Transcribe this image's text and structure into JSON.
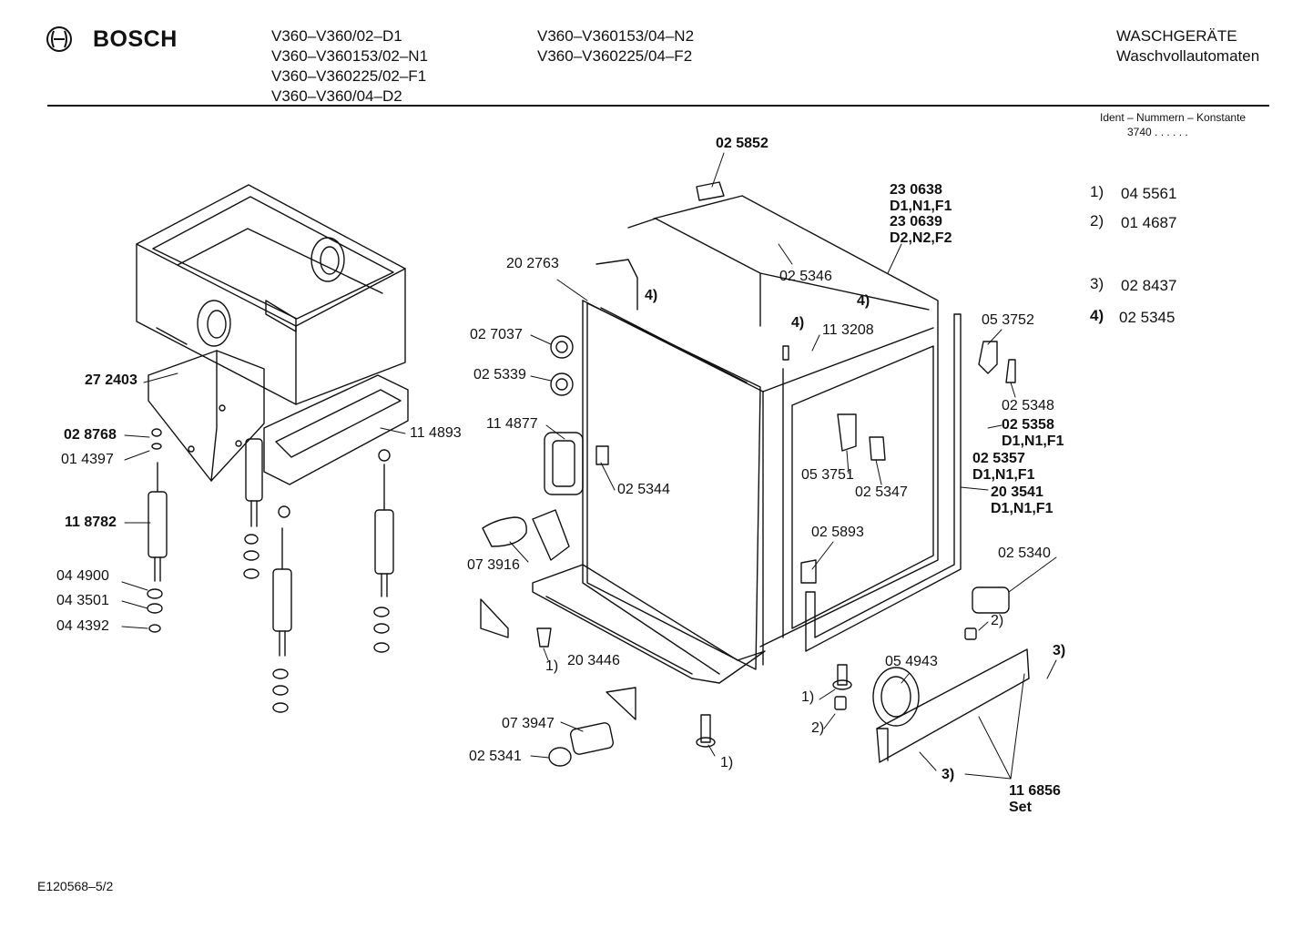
{
  "header": {
    "brand": "BOSCH",
    "models_col1": [
      "V360–V360/02–D1",
      "V360–V360153/02–N1",
      "V360–V360225/02–F1",
      "V360–V360/04–D2"
    ],
    "models_col2": [
      "V360–V360153/04–N2",
      "V360–V360225/04–F2"
    ],
    "category": "WASCHGERÄTE",
    "subcategory": "Waschvollautomaten",
    "ident_label": "Ident – Nummern – Konstante",
    "ident_value": "3740 . . . . . ."
  },
  "legend": [
    {
      "key": "1)",
      "part": "04 5561"
    },
    {
      "key": "2)",
      "part": "01 4687"
    },
    {
      "key": "3)",
      "part": "02 8437"
    },
    {
      "key": "4)",
      "part": "02 5345"
    }
  ],
  "labels": {
    "p025852": "02 5852",
    "p230638": "23 0638",
    "v230638": "D1,N1,F1",
    "p230639": "23 0639",
    "v230639": "D2,N2,F2",
    "p202763": "20 2763",
    "p025346": "02 5346",
    "r4a": "4)",
    "r4b": "4)",
    "r4c": "4)",
    "p113208": "11 3208",
    "p053752": "05 3752",
    "p027037": "02 7037",
    "p025339": "02 5339",
    "p272403": "27 2403",
    "p028768": "02 8768",
    "p014397": "01 4397",
    "p114893": "11 4893",
    "p114877": "11 4877",
    "p025348": "02 5348",
    "p025358": "02 5358",
    "v025358": "D1,N1,F1",
    "p025357": "02 5357",
    "v025357": "D1,N1,F1",
    "p203541": "20 3541",
    "v203541": "D1,N1,F1",
    "p053751": "05 3751",
    "p025347": "02 5347",
    "p025344": "02 5344",
    "p118782": "11 8782",
    "p025893": "02 5893",
    "p025340": "02 5340",
    "p073916": "07 3916",
    "p044900": "04 4900",
    "p043501": "04 3501",
    "p044392": "04 4392",
    "r2a": "2)",
    "r3a": "3)",
    "p054943": "05 4943",
    "r1a": "1)",
    "p203446": "20 3446",
    "r1b": "1)",
    "r2b": "2)",
    "p073947": "07 3947",
    "p025341": "02 5341",
    "r1c": "1)",
    "r3b": "3)",
    "p116856": "11 6856",
    "set": "Set"
  },
  "footer": {
    "code": "E120568–5/2"
  }
}
